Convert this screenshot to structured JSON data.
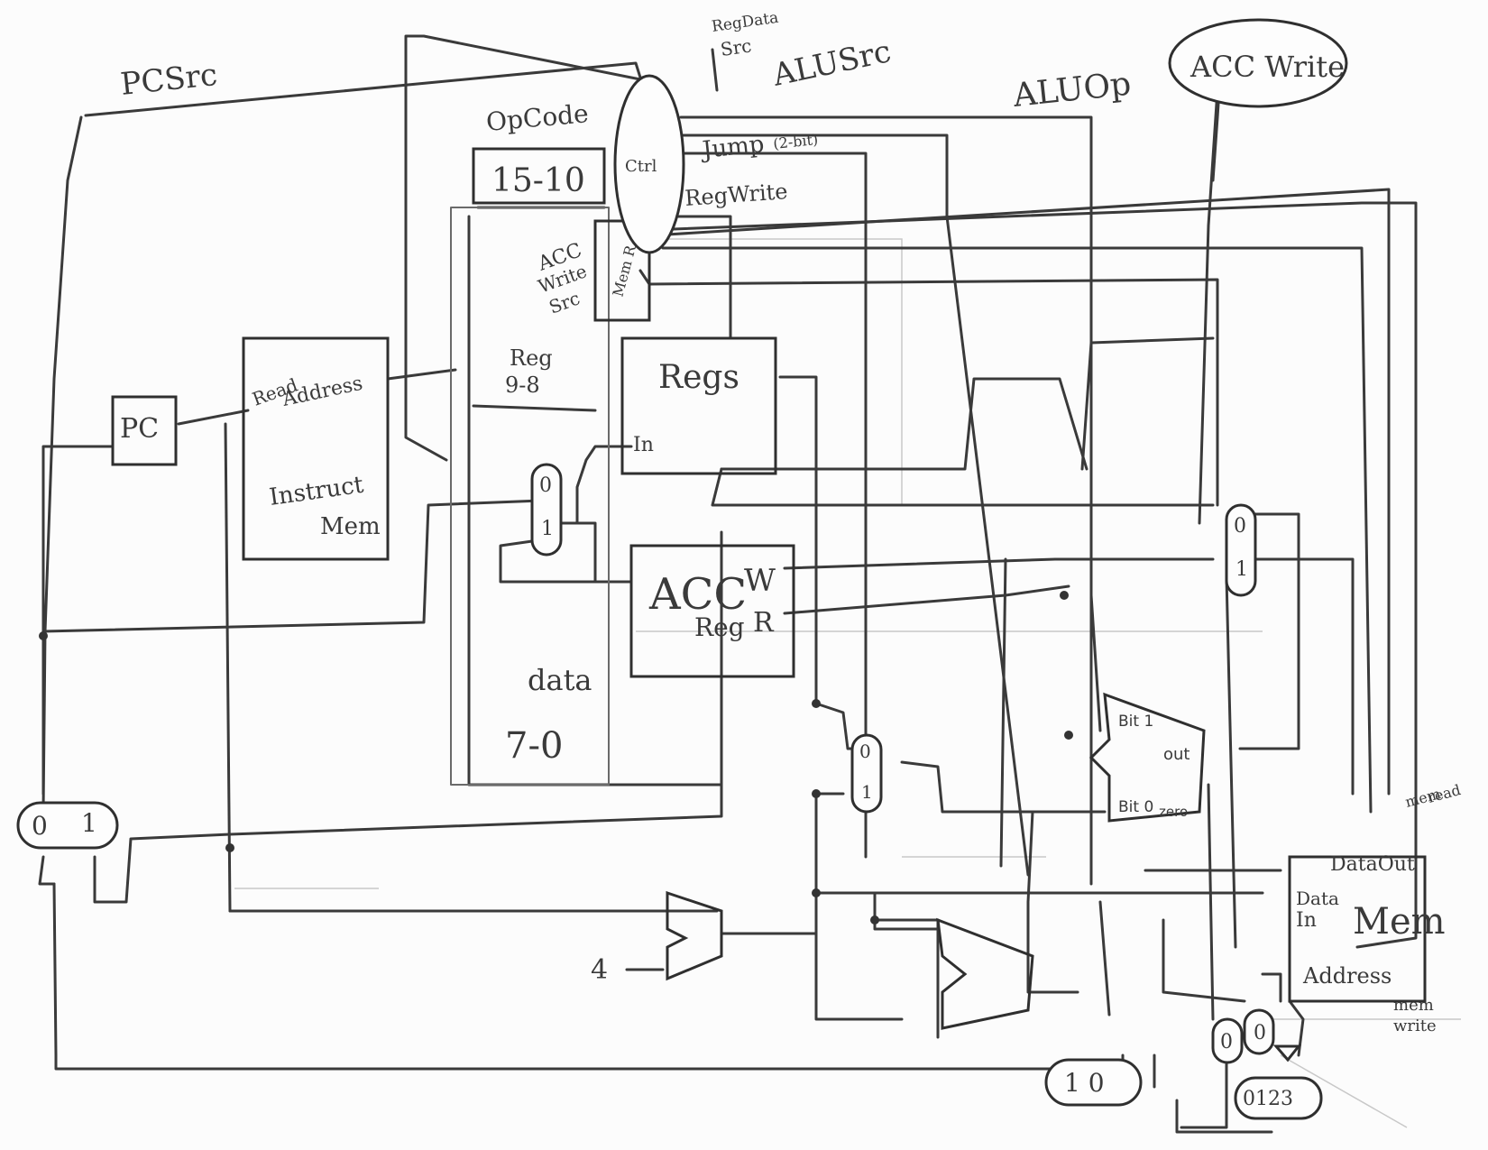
{
  "labels": {
    "pc_src": "PCSrc",
    "reg_data_src_1": "RegData",
    "reg_data_src_2": "Src",
    "alu_src": "ALUSrc",
    "alu_op": "ALUOp",
    "acc_write": "ACC Write",
    "op_code": "OpCode",
    "op_bits": "15-10",
    "ctrl": "Ctrl",
    "jump": "Jump",
    "jump_bits": "(2-bit)",
    "reg_write": "RegWrite",
    "acc_write_src_1": "ACC",
    "acc_write_src_2": "Write",
    "acc_write_src_3": "Src",
    "mem_r": "Mem R",
    "pc": "PC",
    "read_address_1": "Read",
    "read_address_2": "Address",
    "instruct_mem_1": "Instruct",
    "instruct_mem_2": "Mem",
    "reg_field": "Reg",
    "reg_bits": "9-8",
    "regs": "Regs",
    "regs_in": "In",
    "acc_reg_1": "ACC",
    "acc_reg_2": "Reg",
    "acc_w": "W",
    "acc_r": "R",
    "data": "data",
    "data_bits": "7-0",
    "four": "4",
    "bit_1": "Bit 1",
    "bit_0": "Bit 0",
    "out": "out",
    "zero": "zero",
    "mem_read_1": "mem",
    "mem_read_2": "read",
    "mem_write_1": "mem",
    "mem_write_2": "write",
    "data_out": "DataOut",
    "data_in_1": "Data",
    "data_in_2": "In",
    "mem": "Mem",
    "address": "Address",
    "mux_0": "0",
    "mux_1": "1",
    "mux_2": "2",
    "mux_3": "3",
    "mux4_label": "0123",
    "mux_10": "1  0"
  }
}
